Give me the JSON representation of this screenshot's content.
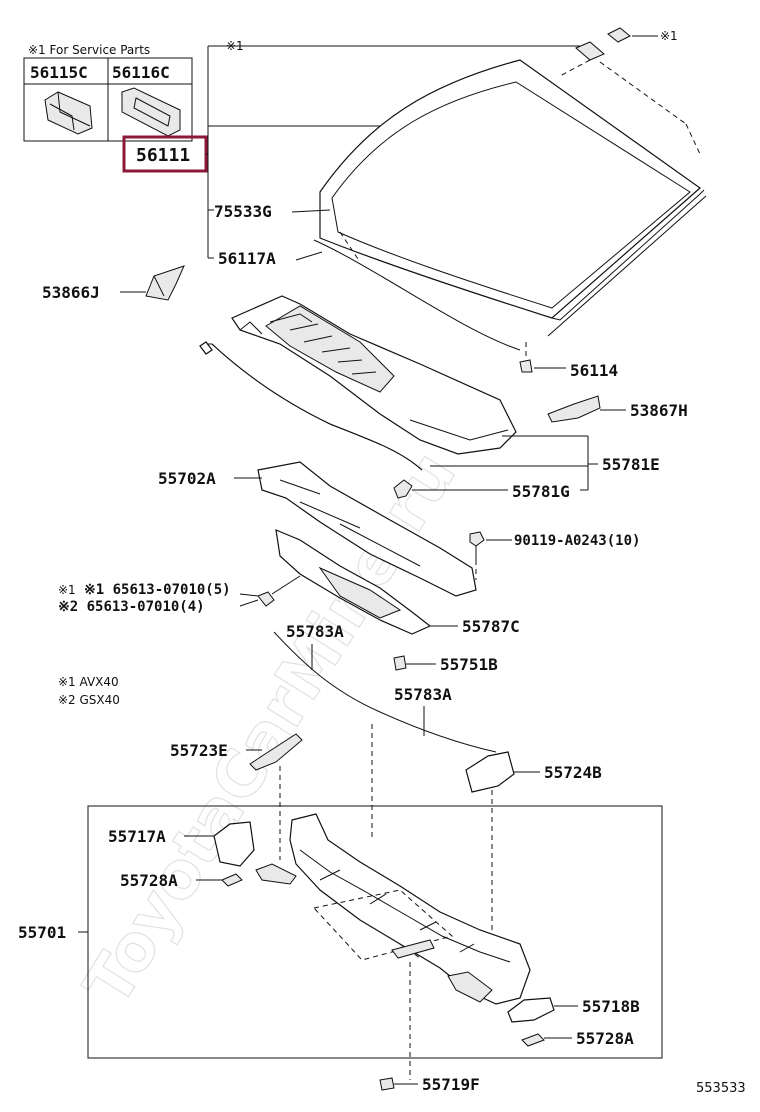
{
  "watermark": "ToyotaCarMine.ru",
  "notes": {
    "service_parts": "※1 For Service Parts",
    "avx": "※1 AVX40",
    "gsx": "※2 GSX40"
  },
  "diagram_id": "553533",
  "highlight_color": "#8b1a3a",
  "parts": {
    "p56115C": "56115C",
    "p56116C": "56116C",
    "p56111": "56111",
    "p75533G": "75533G",
    "p56117A": "56117A",
    "p53866J": "53866J",
    "p56114": "56114",
    "p53867H": "53867H",
    "p55781E": "55781E",
    "p55702A": "55702A",
    "p55781G": "55781G",
    "p90119": "90119-A0243(10)",
    "p65613_1": "※1 65613-07010(5)",
    "p65613_2": "※2 65613-07010(4)",
    "p55783A_1": "55783A",
    "p55787C": "55787C",
    "p55751B": "55751B",
    "p55783A_2": "55783A",
    "p55723E": "55723E",
    "p55724B": "55724B",
    "p55717A": "55717A",
    "p55728A_1": "55728A",
    "p55701": "55701",
    "p55718B": "55718B",
    "p55728A_2": "55728A",
    "p55719F": "55719F",
    "star1_top": "※1",
    "star1_right": "※1"
  }
}
